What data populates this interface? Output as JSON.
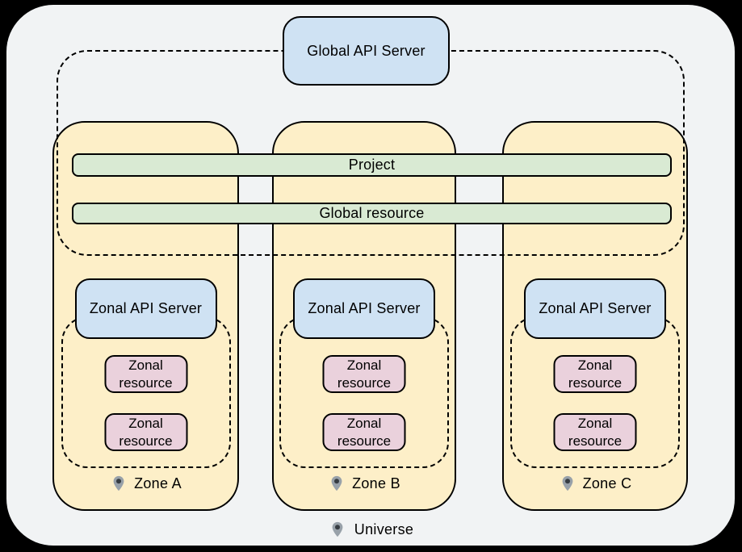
{
  "global_api_server": {
    "label": "Global API Server"
  },
  "bars": {
    "project": "Project",
    "global_resource": "Global resource"
  },
  "zones": [
    {
      "name": "Zone A",
      "server": "Zonal API Server",
      "resources": [
        "Zonal resource",
        "Zonal resource"
      ]
    },
    {
      "name": "Zone B",
      "server": "Zonal API Server",
      "resources": [
        "Zonal resource",
        "Zonal resource"
      ]
    },
    {
      "name": "Zone C",
      "server": "Zonal API Server",
      "resources": [
        "Zonal resource",
        "Zonal resource"
      ]
    }
  ],
  "universe": {
    "label": "Universe"
  },
  "icons": {
    "zone_marker": "location-pin-icon",
    "universe_marker": "location-pin-icon"
  },
  "colors": {
    "canvas_bg": "#000000",
    "universe_bg": "#f1f3f4",
    "zone_fill": "#fdefc8",
    "api_server_fill": "#cfe2f3",
    "zonal_resource_fill": "#ead1dc",
    "shared_bar_fill": "#d9ead3",
    "outline": "#000000",
    "pin_body": "#98a1a9",
    "pin_dot": "#363c42"
  }
}
